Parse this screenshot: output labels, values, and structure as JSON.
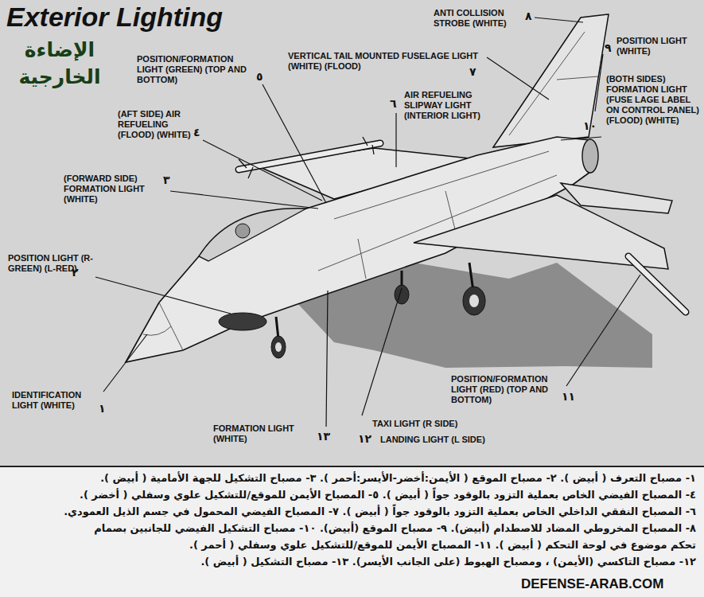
{
  "diagram": {
    "title": "Exterior Lighting",
    "labels": [
      "الإضاءة الخارجية",
      "ANTI COLLISION STROBE (WHITE)",
      "٨",
      "POSITION/FORMATION LIGHT (GREEN) (TOP AND BOTTOM)",
      "٥",
      "VERTICAL TAIL MOUNTED FUSELAGE LIGHT (WHITE) (FLOOD)",
      "٧",
      "POSITION LIGHT (WHITE)",
      "٩",
      "(AFT SIDE) AIR REFUELING (FLOOD) (WHITE)",
      "٤",
      "AIR REFUELING SLIPWAY LIGHT (INTERIOR LIGHT)",
      "٦",
      "(BOTH SIDES) FORMATION LIGHT (FUSE LAGE LABEL ON CONTROL PANEL) (FLOOD) (WHITE)",
      "١٠",
      "(FORWARD SIDE) FORMATION LIGHT (WHITE)",
      "٣",
      "POSITION LIGHT (R-GREEN) (L-RED)",
      "٢",
      "IDENTIFICATION LIGHT (WHITE)",
      "١",
      "POSITION/FORMATION LIGHT (RED) (TOP AND BOTTOM)",
      "١١",
      "FORMATION LIGHT (WHITE)",
      "١٣",
      "TAXI LIGHT (R SIDE)",
      "LANDING LIGHT (L SIDE)",
      "١٢",
      "١- مصباح التعرف ( أبيض ).   ٢- مصباح الموقع ( الأيمن:أخضر-الأيسر:أحمر ).   ٣- مصباح التشكيل للجهة الأمامية ( أبيض ).",
      "٤- المصباح الفيضي الخاص بعملية التزود بالوقود جواً ( أبيض ).   ٥- المصباح الأيمن للموقع/للتشكيل علوي وسفلي ( أخضر ).",
      "٦- المصباح النفقي الداخلي الخاص بعملية التزود بالوقود جواً ( أبيض ).   ٧- المصباح الفيضي المحمول في جسم الذيل العمودي.",
      "٨- المصباح المخروطي المضاد للاصطدام (أبيض).   ٩- مصباح الموقع (أبيض).   ١٠- مصباح التشكيل الفيضي للجانبين بصمام",
      "تحكم موضوع في لوحة التحكم ( أبيض ).   ١١- المصباح الأيمن للموقع/للتشكيل علوي وسفلي ( أحمر ).",
      "١٢- مصباح التاكسي (الأيمن) ، ومصباح الهبوط (على الجانب الأيسر).   ١٣- مصباح التشكيل ( أبيض ).",
      "DEFENSE-ARAB.COM"
    ]
  }
}
